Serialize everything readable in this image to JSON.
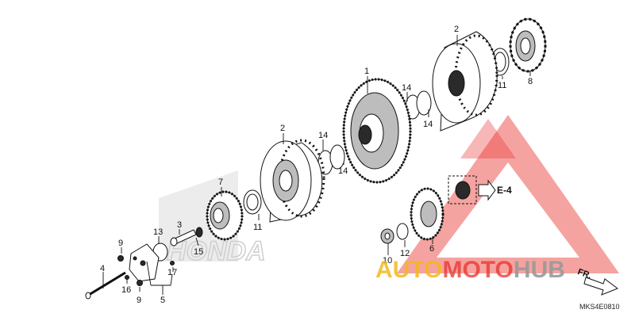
{
  "callouts": [
    {
      "label": "1"
    },
    {
      "label": "2"
    },
    {
      "label": "2"
    },
    {
      "label": "3"
    },
    {
      "label": "4"
    },
    {
      "label": "5"
    },
    {
      "label": "6"
    },
    {
      "label": "7"
    },
    {
      "label": "8"
    },
    {
      "label": "9"
    },
    {
      "label": "9"
    },
    {
      "label": "10"
    },
    {
      "label": "11"
    },
    {
      "label": "11"
    },
    {
      "label": "12"
    },
    {
      "label": "13"
    },
    {
      "label": "14"
    },
    {
      "label": "14"
    },
    {
      "label": "14"
    },
    {
      "label": "14"
    },
    {
      "label": "15"
    },
    {
      "label": "16"
    },
    {
      "label": "17"
    }
  ],
  "reference": {
    "label": "E-4"
  },
  "direction": {
    "label": "FR."
  },
  "diagram_code": "MKS4E0810",
  "brand_ghost": "HONDA",
  "watermark": {
    "part1": "AUTO",
    "part2": "MOTO",
    "part3": "HUB"
  },
  "colors": {
    "watermark_red": "#e8322d",
    "watermark_yellow": "#f4b81c",
    "watermark_gray": "#9a9a9a"
  },
  "icons": [
    "arrow-right-icon",
    "direction-arrow-icon",
    "warning-triangle-icon"
  ]
}
